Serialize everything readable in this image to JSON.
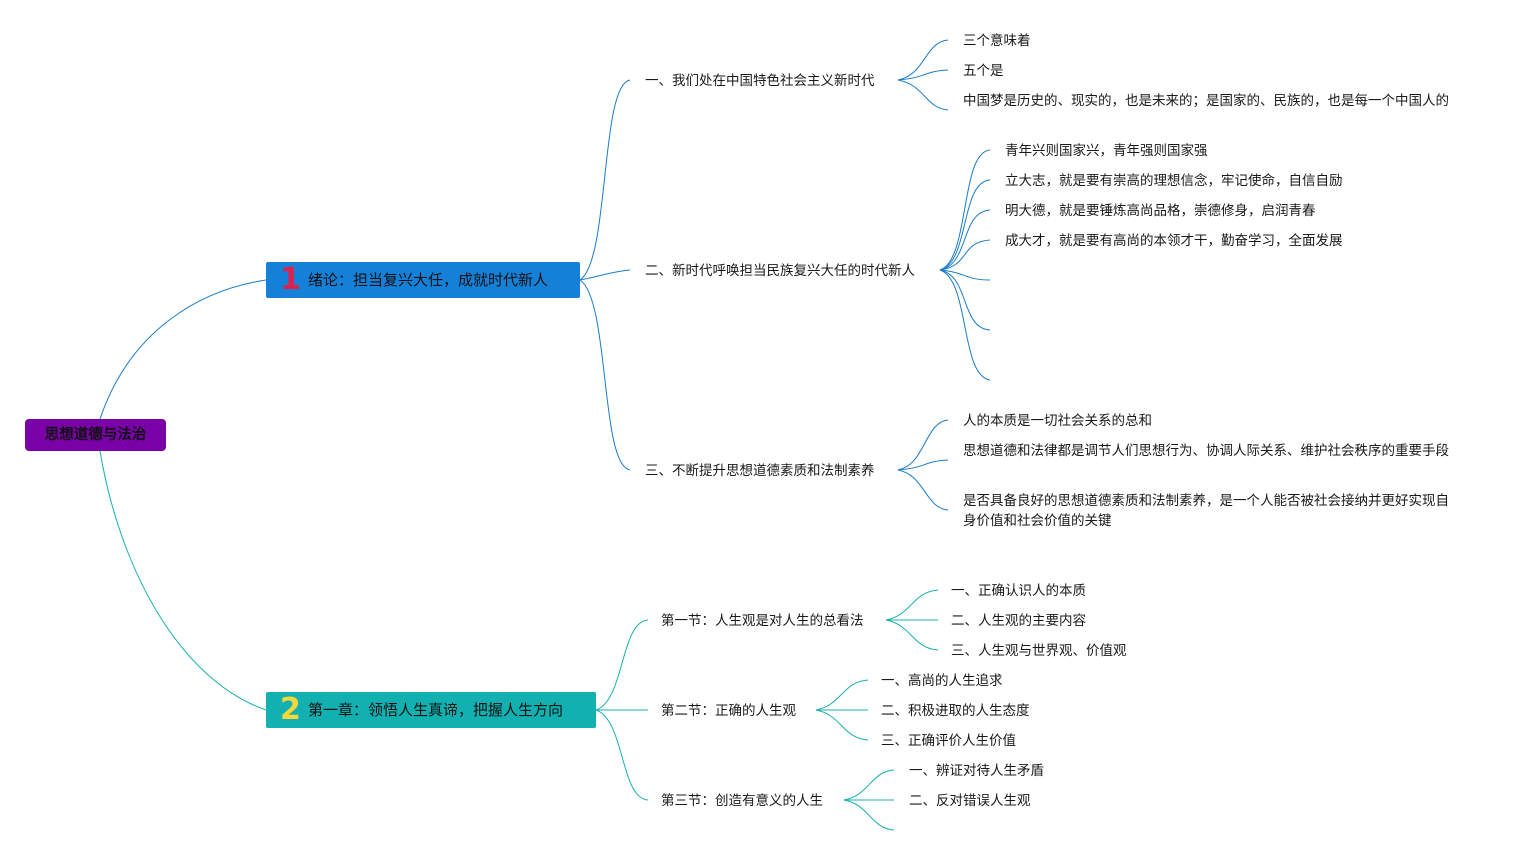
{
  "root": {
    "label": "思想道德与法治"
  },
  "chapters": [
    {
      "number": "1",
      "label": "绪论：担当复兴大任，成就时代新人",
      "sections": [
        {
          "label": "一、我们处在中国特色社会主义新时代",
          "items": [
            "三个意味着",
            "五个是",
            "中国梦是历史的、现实的，也是未来的；是国家的、民族的，也是每一个中国人的"
          ]
        },
        {
          "label": "二、新时代呼唤担当民族复兴大任的时代新人",
          "items": [
            "青年兴则国家兴，青年强则国家强",
            "立大志，就是要有崇高的理想信念，牢记使命，自信自励",
            "明大德，就是要锤炼高尚品格，崇德修身，启润青春",
            "成大才，就是要有高尚的本领才干，勤奋学习，全面发展"
          ]
        },
        {
          "label": "三、不断提升思想道德素质和法制素养",
          "items": [
            "人的本质是一切社会关系的总和",
            "思想道德和法律都是调节人们思想行为、协调人际关系、维护社会秩序的重要手段",
            "是否具备良好的思想道德素质和法制素养，是一个人能否被社会接纳并更好实现自身价值和社会价值的关键"
          ]
        }
      ]
    },
    {
      "number": "2",
      "label": "第一章：领悟人生真谛，把握人生方向",
      "sections": [
        {
          "label": "第一节：人生观是对人生的总看法",
          "items": [
            "一、正确认识人的本质",
            "二、人生观的主要内容",
            "三、人生观与世界观、价值观"
          ]
        },
        {
          "label": "第二节：正确的人生观",
          "items": [
            "一、高尚的人生追求",
            "二、积极进取的人生态度",
            "三、正确评价人生价值"
          ]
        },
        {
          "label": "第三节：创造有意义的人生",
          "items": [
            "一、辨证对待人生矛盾",
            "二、反对错误人生观"
          ]
        }
      ]
    }
  ],
  "colors": {
    "root": "#7a00a8",
    "chapter1": "#1580d8",
    "chapter2": "#12b0b0",
    "chapter1_line": "#1a7cc8",
    "chapter2_line": "#18b0b0",
    "chapter1_number": "#e0204a",
    "chapter2_number": "#f7d73a"
  }
}
